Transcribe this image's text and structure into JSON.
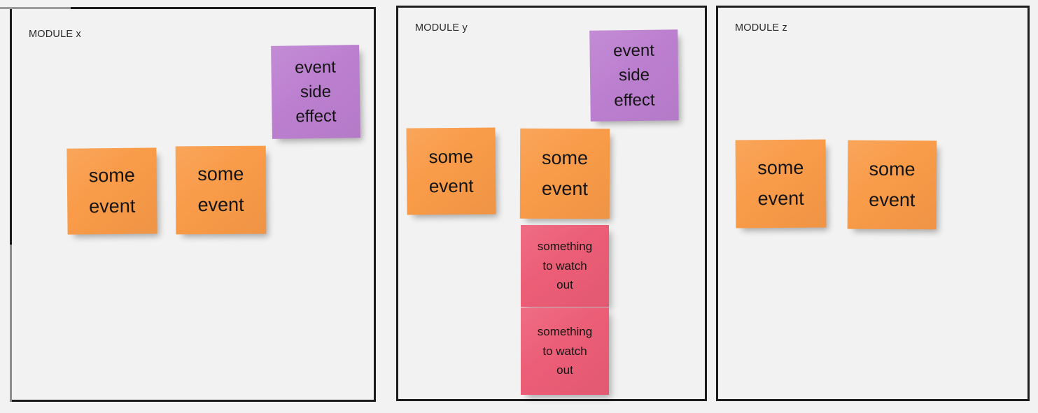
{
  "board": {
    "background_color": "#f2f2f2",
    "border_color": "#1c1c1c"
  },
  "palette": {
    "event": "#f99b48",
    "side_effect": "#bc7fd0",
    "watch_out": "#ec5d76",
    "text": "#141414",
    "label": "#2b2b2b"
  },
  "modules": [
    {
      "id": "module-x",
      "label": "MODULE x",
      "notes": [
        {
          "id": "note-x-1",
          "type": "event",
          "color": "#f99b48",
          "lines": [
            "some",
            "event"
          ]
        },
        {
          "id": "note-x-2",
          "type": "event",
          "color": "#f99b48",
          "lines": [
            "some",
            "event"
          ]
        },
        {
          "id": "note-x-3",
          "type": "side-effect",
          "color": "#bc7fd0",
          "lines": [
            "event",
            "side",
            "effect"
          ]
        }
      ]
    },
    {
      "id": "module-y",
      "label": "MODULE y",
      "notes": [
        {
          "id": "note-y-1",
          "type": "event",
          "color": "#f99b48",
          "lines": [
            "some",
            "event"
          ]
        },
        {
          "id": "note-y-2",
          "type": "event",
          "color": "#f99b48",
          "lines": [
            "some",
            "event"
          ]
        },
        {
          "id": "note-y-3",
          "type": "side-effect",
          "color": "#bc7fd0",
          "lines": [
            "event",
            "side",
            "effect"
          ]
        },
        {
          "id": "note-y-4",
          "type": "watch-out",
          "color": "#ec5d76",
          "lines": [
            "something",
            "to watch",
            "out"
          ]
        },
        {
          "id": "note-y-5",
          "type": "watch-out",
          "color": "#ec5d76",
          "lines": [
            "something",
            "to watch",
            "out"
          ]
        }
      ]
    },
    {
      "id": "module-z",
      "label": "MODULE z",
      "notes": [
        {
          "id": "note-z-1",
          "type": "event",
          "color": "#f99b48",
          "lines": [
            "some",
            "event"
          ]
        },
        {
          "id": "note-z-2",
          "type": "event",
          "color": "#f99b48",
          "lines": [
            "some",
            "event"
          ]
        }
      ]
    }
  ]
}
